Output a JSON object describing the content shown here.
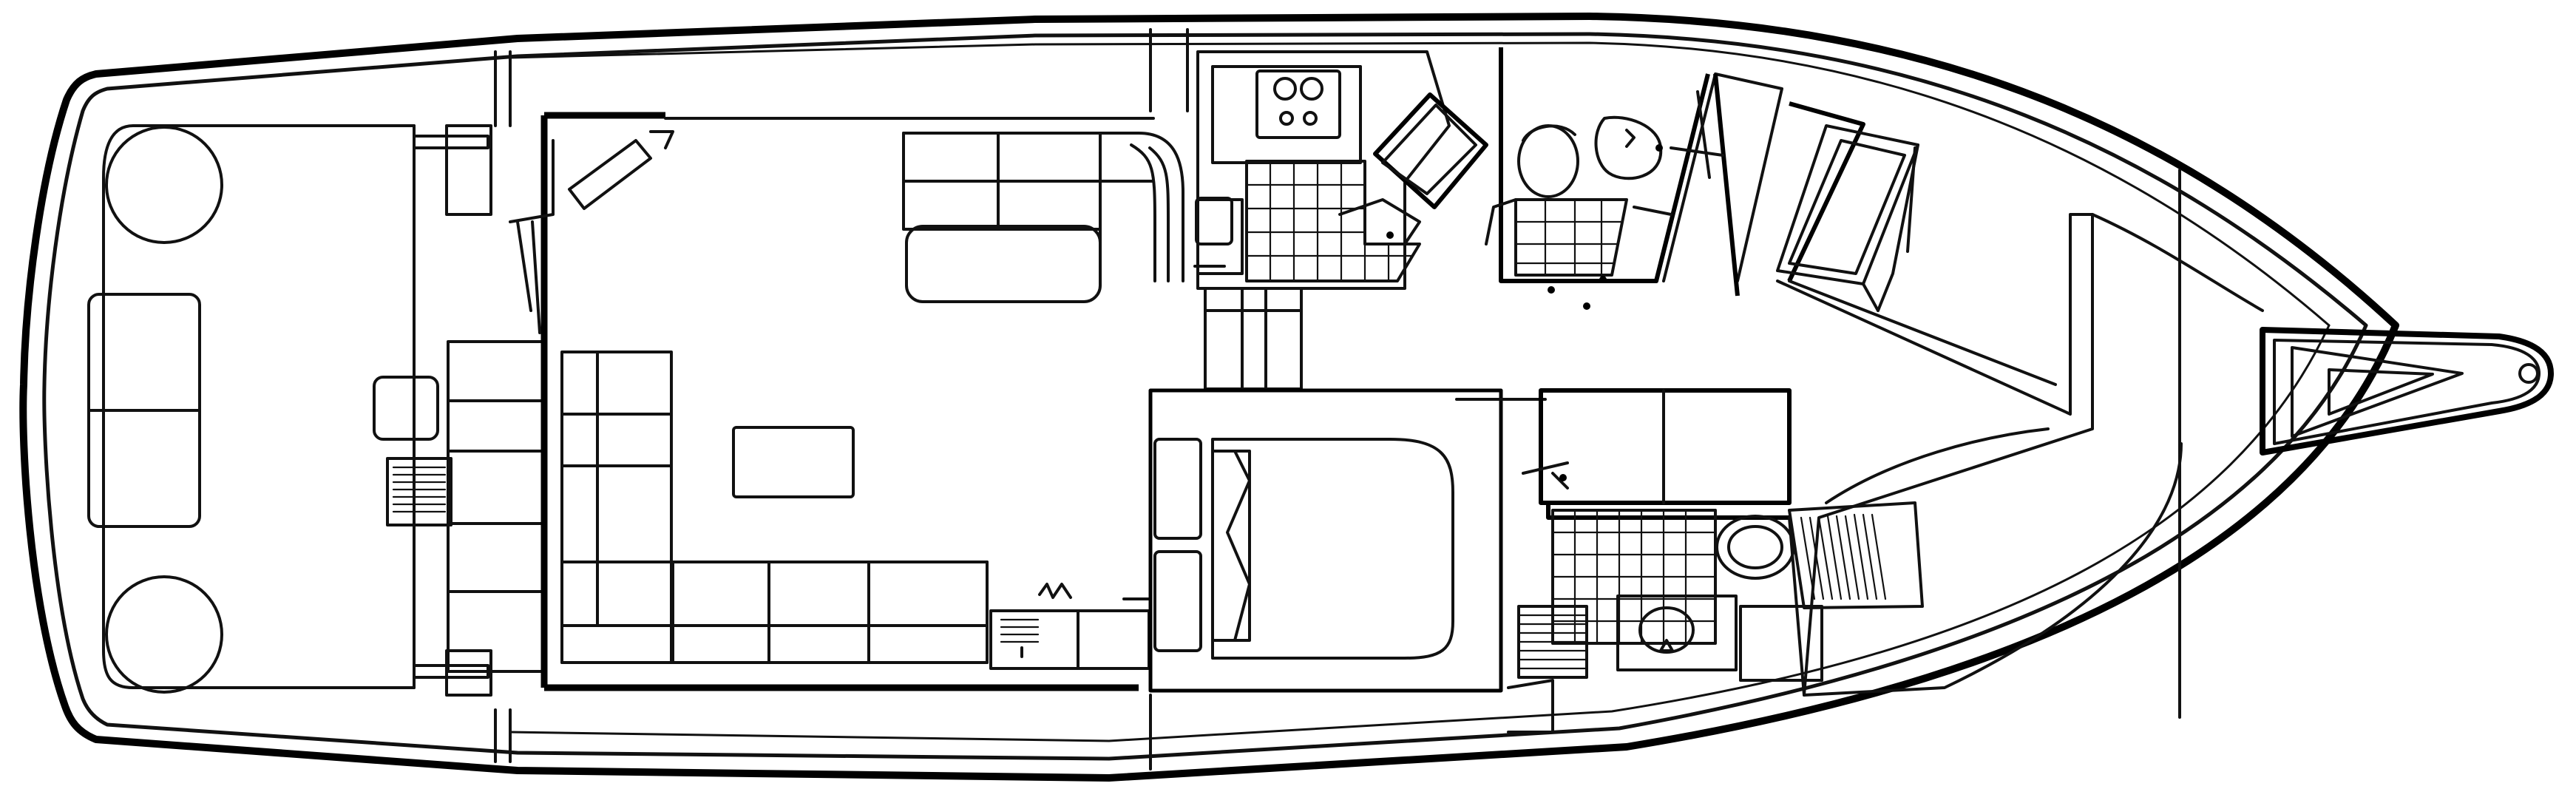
{
  "image": {
    "kind": "boat-deck-plan",
    "text_labels": [],
    "colors": {
      "line": "#111111",
      "background": "#ffffff"
    }
  },
  "regions": [
    {
      "name": "cockpit",
      "items": [
        "round-seat",
        "round-seat",
        "bench-seat",
        "cooler",
        "stairs"
      ]
    },
    {
      "name": "salon",
      "items": [
        "l-shaped-sofa",
        "coffee-table",
        "dinette-settee",
        "helm-console"
      ]
    },
    {
      "name": "galley",
      "items": [
        "cooktop",
        "tiled-floor",
        "counter",
        "sink"
      ]
    },
    {
      "name": "guest-stateroom",
      "items": [
        "bed"
      ]
    },
    {
      "name": "forward-head",
      "items": [
        "toilet",
        "sink",
        "tiled-floor"
      ]
    },
    {
      "name": "aft-head",
      "items": [
        "toilet",
        "sink",
        "tiled-floor",
        "stairs"
      ]
    },
    {
      "name": "forward-stateroom",
      "items": [
        "v-berth",
        "hanging-locker",
        "stairs"
      ]
    },
    {
      "name": "bow",
      "items": [
        "bow-pulpit"
      ]
    }
  ]
}
